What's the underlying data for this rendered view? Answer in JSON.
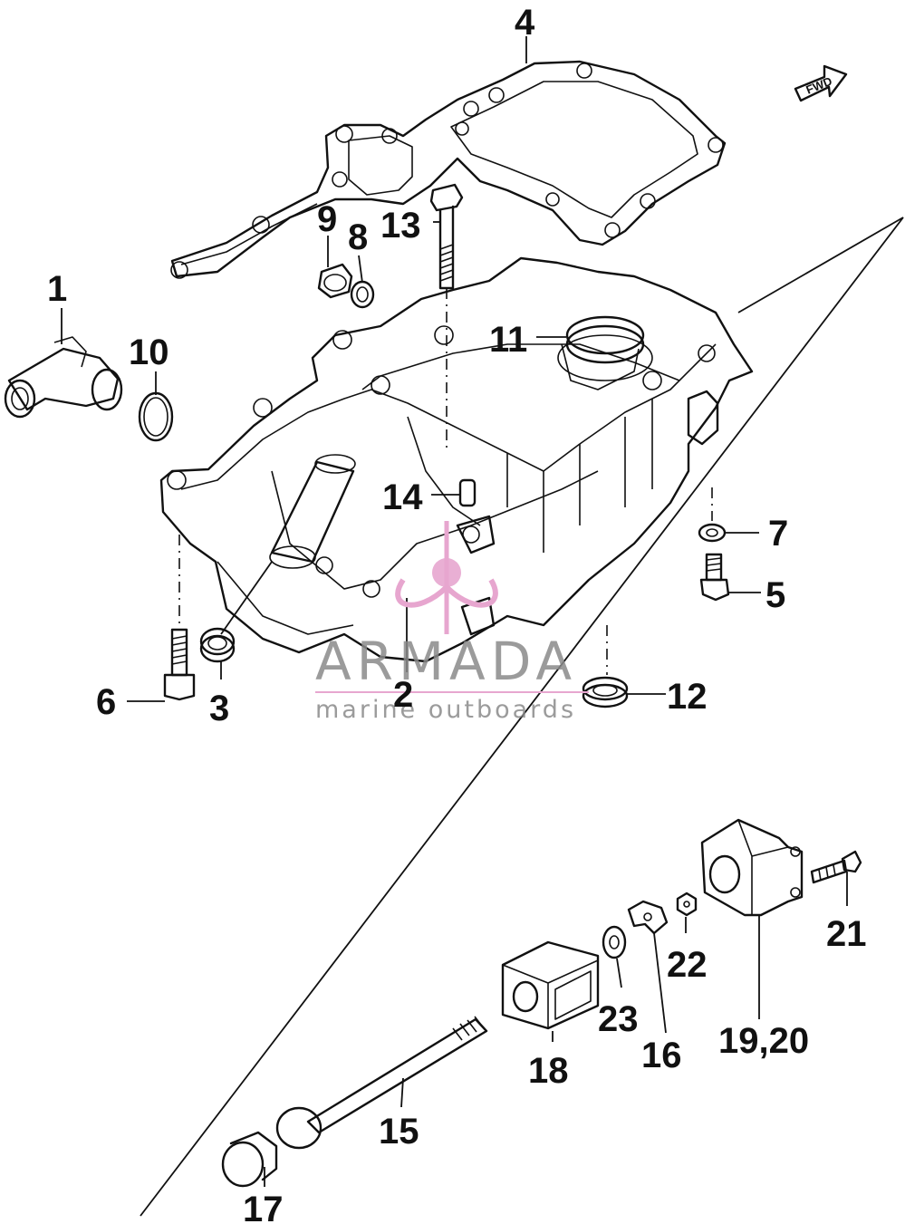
{
  "callouts": {
    "c1": "1",
    "c2": "2",
    "c3": "3",
    "c4": "4",
    "c5": "5",
    "c6": "6",
    "c7": "7",
    "c8": "8",
    "c9": "9",
    "c10": "10",
    "c11": "11",
    "c12": "12",
    "c13": "13",
    "c14": "14",
    "c15": "15",
    "c16": "16",
    "c17": "17",
    "c18": "18",
    "c1920": "19,20",
    "c21": "21",
    "c22": "22",
    "c23": "23"
  },
  "fwd_badge": "FWD",
  "watermark": {
    "title": "ARMADA",
    "subtitle": "marine outboards",
    "logo_color": "#e7a6cf",
    "text_color": "#8a8a8a"
  }
}
